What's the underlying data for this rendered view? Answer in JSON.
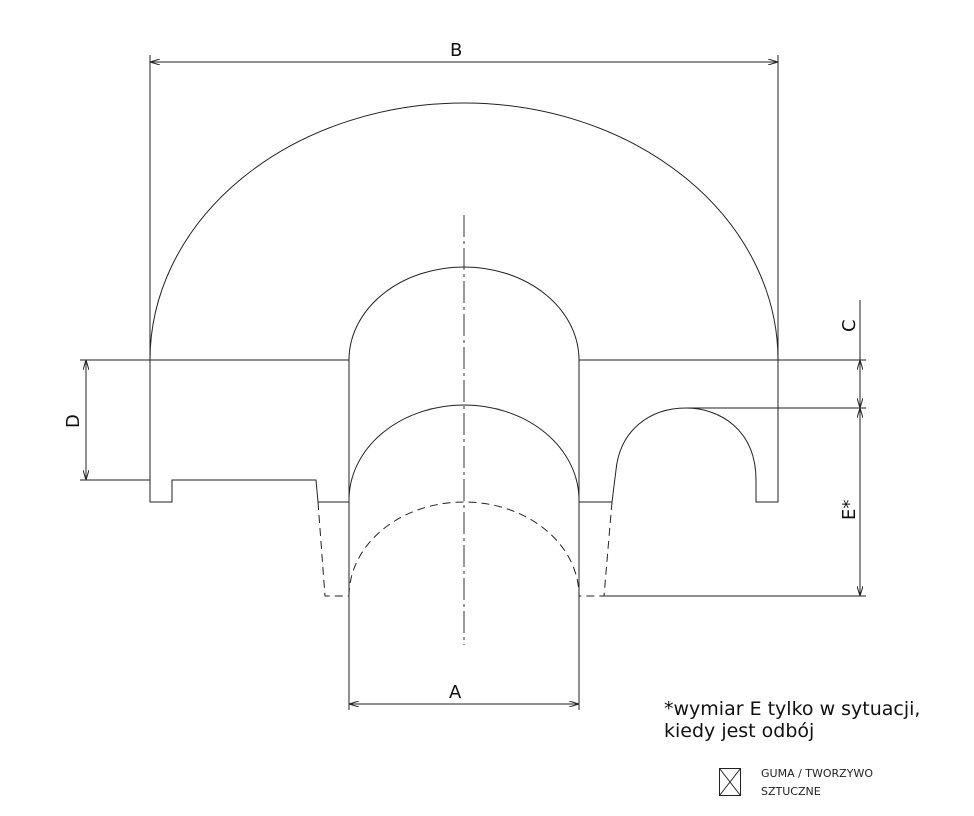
{
  "dimensions": {
    "A": "A",
    "B": "B",
    "C": "C",
    "D": "D",
    "E": "E*"
  },
  "note": {
    "line1": "*wymiar E tylko w sytuacji,",
    "line2": "kiedy jest odbój"
  },
  "legend": {
    "line1": "GUMA / TWORZYWO",
    "line2": "SZTUCZNE",
    "icon": "hatch-cross-icon"
  },
  "colors": {
    "line": "#222222",
    "hatch": "#555555",
    "background": "#ffffff"
  }
}
